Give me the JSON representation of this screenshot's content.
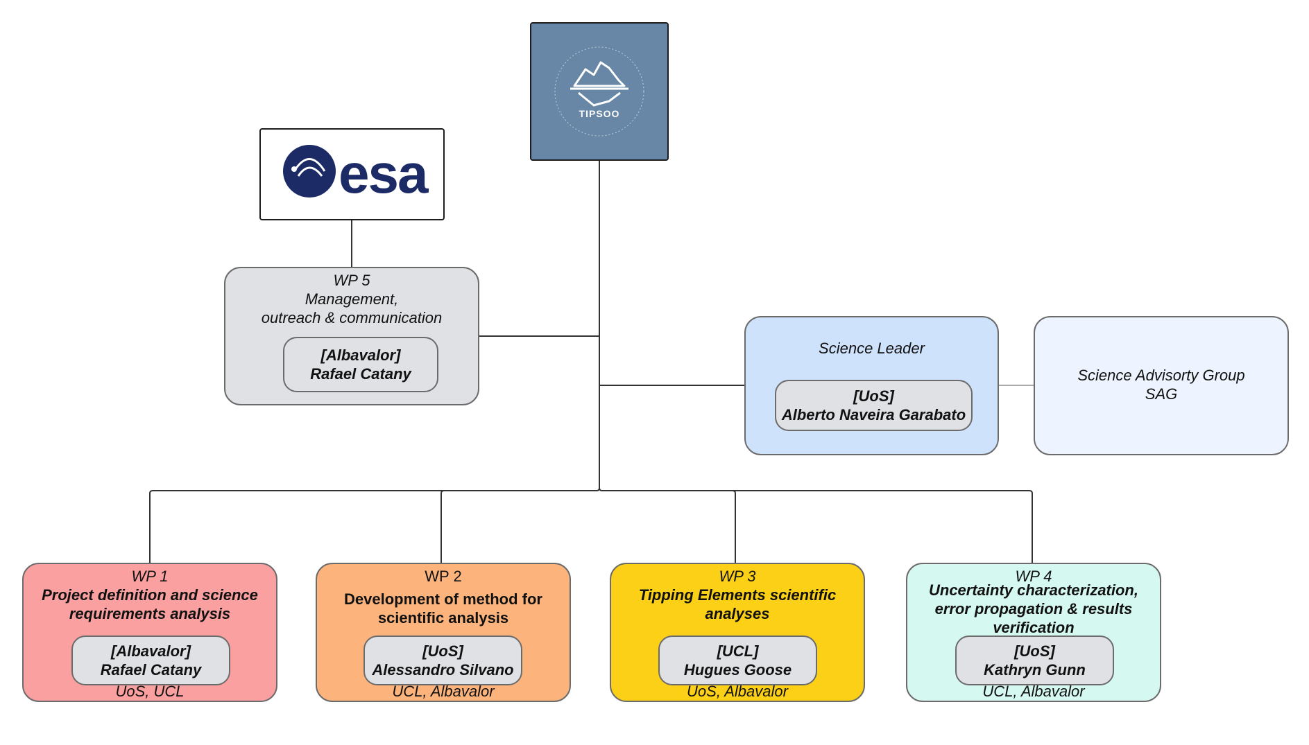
{
  "logos": {
    "tipsoo": {
      "label": "TIPSOO",
      "background": "#6887a6"
    },
    "esa": {
      "label": "esa",
      "color": "#1c2b66"
    }
  },
  "wp5": {
    "code": "WP 5",
    "title_line1": "Management,",
    "title_line2": "outreach & communication",
    "org": "[Albavalor]",
    "person": "Rafael Catany",
    "color": "#dfe1e5"
  },
  "science_leader": {
    "title": "Science Leader",
    "org": "[UoS]",
    "person": "Alberto Naveira Garabato",
    "color": "#cfe2fc"
  },
  "sag": {
    "line1": "Science Advisorty Group",
    "line2": "SAG",
    "color": "#eef4ff"
  },
  "wp1": {
    "code": "WP 1",
    "title_line1": "Project definition and science",
    "title_line2": "requirements analysis",
    "org": "[Albavalor]",
    "person": "Rafael Catany",
    "partners": "UoS, UCL",
    "color": "#fba0a0"
  },
  "wp2": {
    "code": "WP 2",
    "title_line1": "Development of method for",
    "title_line2": "scientific analysis",
    "org": "[UoS]",
    "person": "Alessandro Silvano",
    "partners": "UCL, Albavalor",
    "color": "#fcb47c"
  },
  "wp3": {
    "code": "WP 3",
    "title_line1": "Tipping Elements scientific",
    "title_line2": "analyses",
    "org": "[UCL]",
    "person": "Hugues Goose",
    "partners": "UoS, Albavalor",
    "color": "#fcd016"
  },
  "wp4": {
    "code": "WP 4",
    "title_line1": "Uncertainty characterization,",
    "title_line2": "error propagation & results",
    "title_line3": "verification",
    "org": "[UoS]",
    "person": "Kathryn Gunn",
    "partners": "UCL, Albavalor",
    "color": "#d5f8f0"
  }
}
